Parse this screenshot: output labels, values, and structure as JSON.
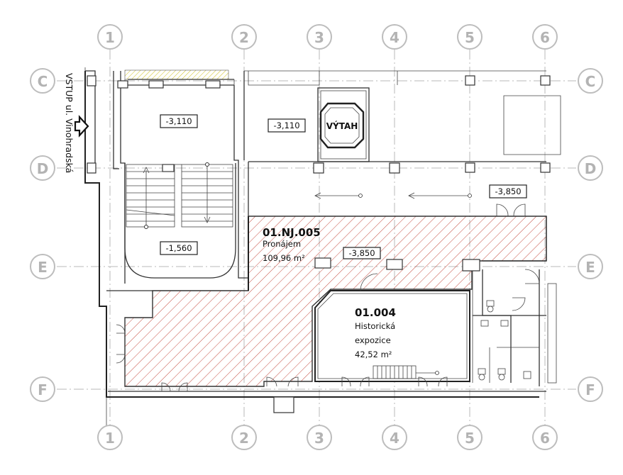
{
  "grid": {
    "columns": [
      "1",
      "2",
      "3",
      "4",
      "5",
      "6"
    ],
    "rows": [
      "C",
      "D",
      "E",
      "F"
    ]
  },
  "entrance": {
    "label": "VSTUP ul. Vinohradská"
  },
  "levels": {
    "stair_upper": "-3,110",
    "lift_lobby": "-3,110",
    "stair_landing": "-1,560",
    "corridor": "-3,850",
    "entry_door": "-3,850"
  },
  "lift": {
    "label": "VÝTAH"
  },
  "rooms": [
    {
      "number": "01.NJ.005",
      "name": "Pronájem",
      "area": "109,96 m²"
    },
    {
      "number": "01.004",
      "name_line1": "Historická",
      "name_line2": "expozice",
      "area": "42,52 m²"
    }
  ],
  "colors": {
    "hatch": "#c0392b",
    "grid": "#b8b8b8",
    "yellow_hatch": "#d4c400"
  }
}
